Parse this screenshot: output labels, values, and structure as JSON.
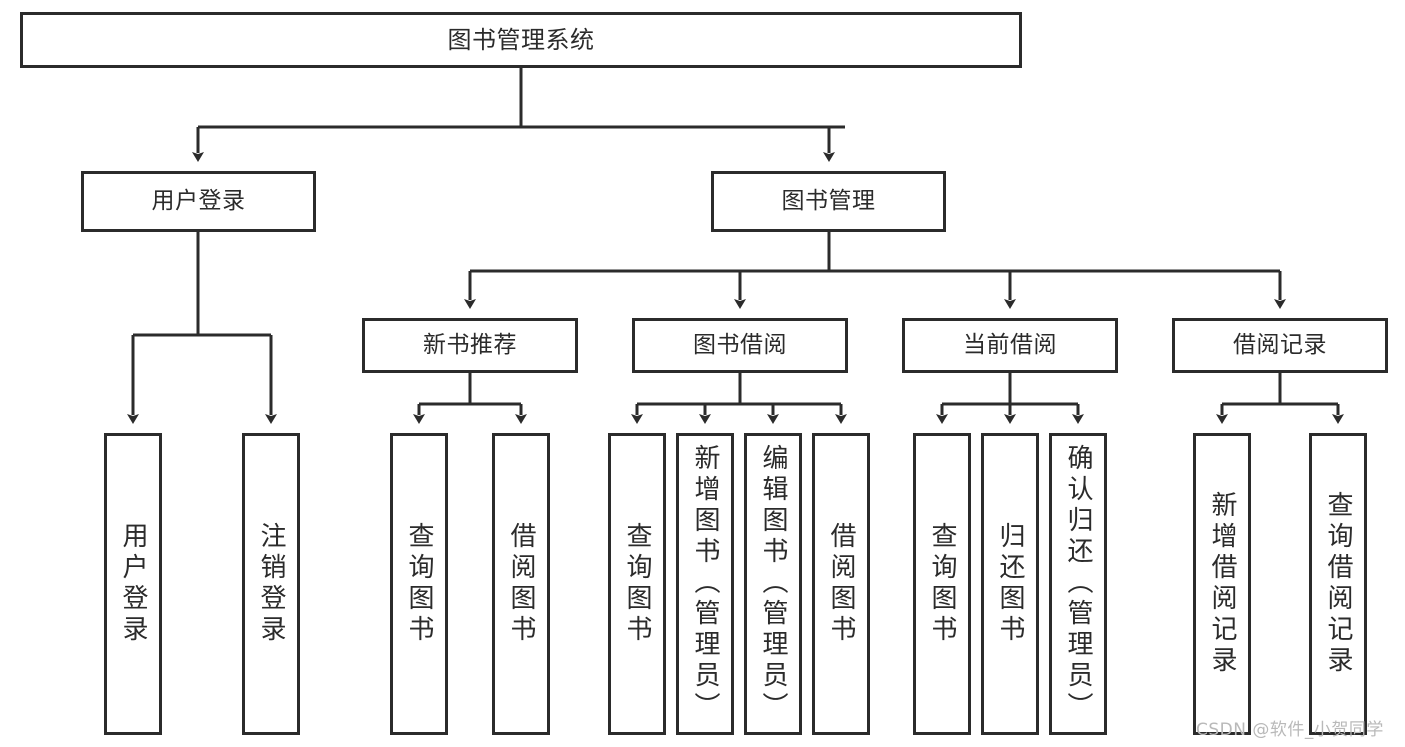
{
  "diagram": {
    "title": "图书管理系统",
    "type": "tree",
    "colors": {
      "box_border": "#2b2b2b",
      "box_fill": "#ffffff",
      "connector": "#2b2b2b",
      "watermark": "#b9b9b9",
      "background": "#ffffff"
    },
    "root": {
      "label": "图书管理系统"
    },
    "level2": [
      {
        "label": "用户登录"
      },
      {
        "label": "图书管理"
      }
    ],
    "level3": [
      {
        "label": "新书推荐"
      },
      {
        "label": "图书借阅"
      },
      {
        "label": "当前借阅"
      },
      {
        "label": "借阅记录"
      }
    ],
    "leaves": {
      "user_login": [
        {
          "label": "用户登录"
        },
        {
          "label": "注销登录"
        }
      ],
      "new_book_recommend": [
        {
          "label": "查询图书"
        },
        {
          "label": "借阅图书"
        }
      ],
      "book_borrow": [
        {
          "label": "查询图书"
        },
        {
          "label": "新增图书（管理员）"
        },
        {
          "label": "编辑图书（管理员）"
        },
        {
          "label": "借阅图书"
        }
      ],
      "current_borrow": [
        {
          "label": "查询图书"
        },
        {
          "label": "归还图书"
        },
        {
          "label": "确认归还（管理员）"
        }
      ],
      "borrow_record": [
        {
          "label": "新增借阅记录"
        },
        {
          "label": "查询借阅记录"
        }
      ]
    }
  },
  "watermark": {
    "text": "CSDN @软件_小贺同学"
  }
}
